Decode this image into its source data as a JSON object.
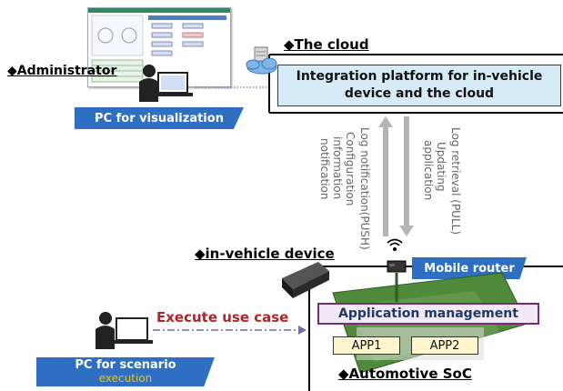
{
  "cloud": {
    "title": "◆The cloud",
    "platform_line1": "Integration platform for in-vehicle",
    "platform_line2": "device and the cloud"
  },
  "administrator": {
    "label": "◆Administrator",
    "pc_banner": "PC for visualization"
  },
  "flows": {
    "push_col1": "Configuration",
    "push_col2": "information",
    "push_col3": "notification",
    "push_col4": "Log notification(PUSH)",
    "pull_col1": "Updating",
    "pull_col2": "application",
    "pull_col3": "Log retrieval (PULL)"
  },
  "vehicle": {
    "label": "◆in-vehicle device",
    "mobile_router": "Mobile router",
    "app_management": "Application management",
    "apps": [
      "APP1",
      "APP2"
    ],
    "soc_label": "◆Automotive SoC"
  },
  "scenario": {
    "execute_label": "Execute use case",
    "pc_banner_line1": "PC for scenario",
    "pc_banner_line2": "execution"
  },
  "colors": {
    "banner_blue": "#2e6fc1",
    "platform_fill": "#d5ecf6",
    "execute_red": "#b22222",
    "app_mgmt_border": "#7a2b6f",
    "board_green": "#4e8a3a"
  }
}
